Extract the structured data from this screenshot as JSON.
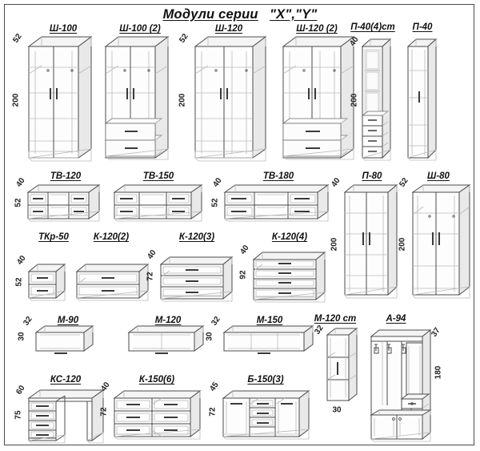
{
  "page": {
    "title_main": "Модули серии",
    "title_series": "\"X\",\"Y\""
  },
  "rows": [
    {
      "row": 1,
      "modules": [
        {
          "label": "Ш-100",
          "dims": [
            "52",
            "200"
          ]
        },
        {
          "label": "Ш-100 (2)",
          "dims": [
            "200"
          ]
        },
        {
          "label": "Ш-120",
          "dims": [
            "52",
            "200"
          ]
        },
        {
          "label": "Ш-120 (2)",
          "dims": []
        },
        {
          "label": "П-40(4)ст",
          "dims": [
            "40",
            "200"
          ]
        },
        {
          "label": "П-40",
          "dims": []
        }
      ]
    },
    {
      "row": 2,
      "modules": [
        {
          "label": "ТВ-120",
          "dims": [
            "40",
            "52"
          ]
        },
        {
          "label": "ТВ-150",
          "dims": []
        },
        {
          "label": "ТВ-180",
          "dims": [
            "40",
            "52"
          ]
        },
        {
          "label": "П-80",
          "dims": [
            "40",
            "200"
          ]
        },
        {
          "label": "Ш-80",
          "dims": [
            "52",
            "200"
          ]
        }
      ]
    },
    {
      "row": 3,
      "modules": [
        {
          "label": "ТКр-50",
          "dims": [
            "40",
            "52"
          ]
        },
        {
          "label": "К-120(2)",
          "dims": []
        },
        {
          "label": "К-120(3)",
          "dims": [
            "40",
            "72"
          ]
        },
        {
          "label": "К-120(4)",
          "dims": [
            "40",
            "92"
          ]
        }
      ]
    },
    {
      "row": 4,
      "modules": [
        {
          "label": "М-90",
          "dims": [
            "32",
            "30"
          ]
        },
        {
          "label": "М-120",
          "dims": []
        },
        {
          "label": "М-150",
          "dims": [
            "32",
            "30"
          ]
        },
        {
          "label": "М-120 ст",
          "dims": [
            "32",
            "30"
          ]
        },
        {
          "label": "А-94",
          "dims": [
            "37",
            "180"
          ]
        }
      ]
    },
    {
      "row": 5,
      "modules": [
        {
          "label": "КС-120",
          "dims": [
            "60",
            "75"
          ]
        },
        {
          "label": "К-150(6)",
          "dims": [
            "40",
            "72"
          ]
        },
        {
          "label": "Б-150(3)",
          "dims": [
            "45",
            "72"
          ]
        }
      ]
    }
  ],
  "labels": {
    "sh100": "Ш-100",
    "sh100_2": "Ш-100 (2)",
    "sh120": "Ш-120",
    "sh120_2": "Ш-120 (2)",
    "p40_4st": "П-40(4)ст",
    "p40": "П-40",
    "tv120": "ТВ-120",
    "tv150": "ТВ-150",
    "tv180": "ТВ-180",
    "p80": "П-80",
    "sh80": "Ш-80",
    "tkr50": "ТКр-50",
    "k120_2": "К-120(2)",
    "k120_3": "К-120(3)",
    "k120_4": "К-120(4)",
    "m90": "М-90",
    "m120": "М-120",
    "m150": "М-150",
    "m120st": "М-120 ст",
    "a94": "А-94",
    "ks120": "КС-120",
    "k150_6": "К-150(6)",
    "b150_3": "Б-150(3)"
  },
  "dims": {
    "d52a": "52",
    "d200a": "200",
    "d200b": "200",
    "d52b": "52",
    "d200c": "200",
    "d40_p40": "40",
    "d200_p40": "200",
    "d40_tv120": "40",
    "d52_tv120": "52",
    "d40_tv180": "40",
    "d52_tv180": "52",
    "d40_p80": "40",
    "d200_p80": "200",
    "d52_sh80": "52",
    "d200_sh80": "200",
    "d40_tkr": "40",
    "d52_tkr": "52",
    "d40_k1203": "40",
    "d72_k1203": "72",
    "d40_k1204": "40",
    "d92_k1204": "92",
    "d32_m90": "32",
    "d30_m90": "30",
    "d32_m150": "32",
    "d30_m150": "30",
    "d32_m120st": "32",
    "d30_m120st": "30",
    "d37_a94": "37",
    "d180_a94": "180",
    "d60_ks": "60",
    "d75_ks": "75",
    "d40_k1506": "40",
    "d72_k1506": "72",
    "d45_b150": "45",
    "d72_b150": "72"
  },
  "colors": {
    "outline": "#4c4c4c",
    "interior": "#b9b9b9",
    "handle": "#3a3a3a",
    "top_face": "#f4f4f4",
    "side_face": "#e9e9e9",
    "border": "#4a4a4a"
  }
}
